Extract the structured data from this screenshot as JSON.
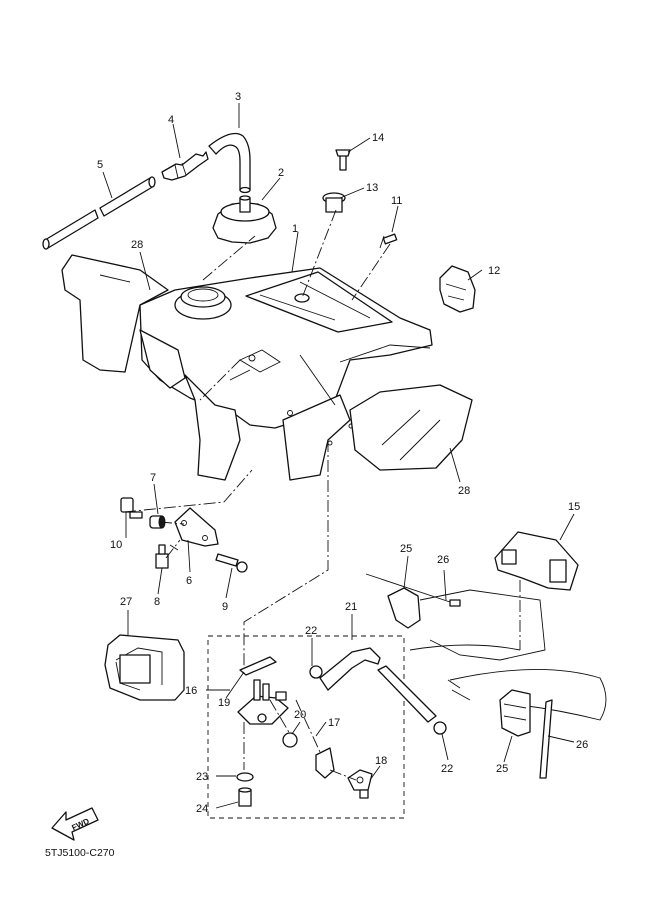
{
  "diagram": {
    "drawing_code": "5TJ5100-C270",
    "fwd_label": "FWD",
    "callouts": {
      "c1": "1",
      "c2": "2",
      "c3": "3",
      "c4": "4",
      "c5": "5",
      "c6": "6",
      "c7": "7",
      "c8": "8",
      "c9": "9",
      "c10": "10",
      "c11": "11",
      "c12": "12",
      "c13": "13",
      "c14": "14",
      "c15": "15",
      "c16": "16",
      "c17": "17",
      "c18": "18",
      "c19": "19",
      "c20": "20",
      "c21": "21",
      "c22a": "22",
      "c22b": "22",
      "c23": "23",
      "c24": "24",
      "c25a": "25",
      "c25b": "25",
      "c26a": "26",
      "c26b": "26",
      "c27": "27",
      "c28a": "28",
      "c28b": "28"
    }
  }
}
